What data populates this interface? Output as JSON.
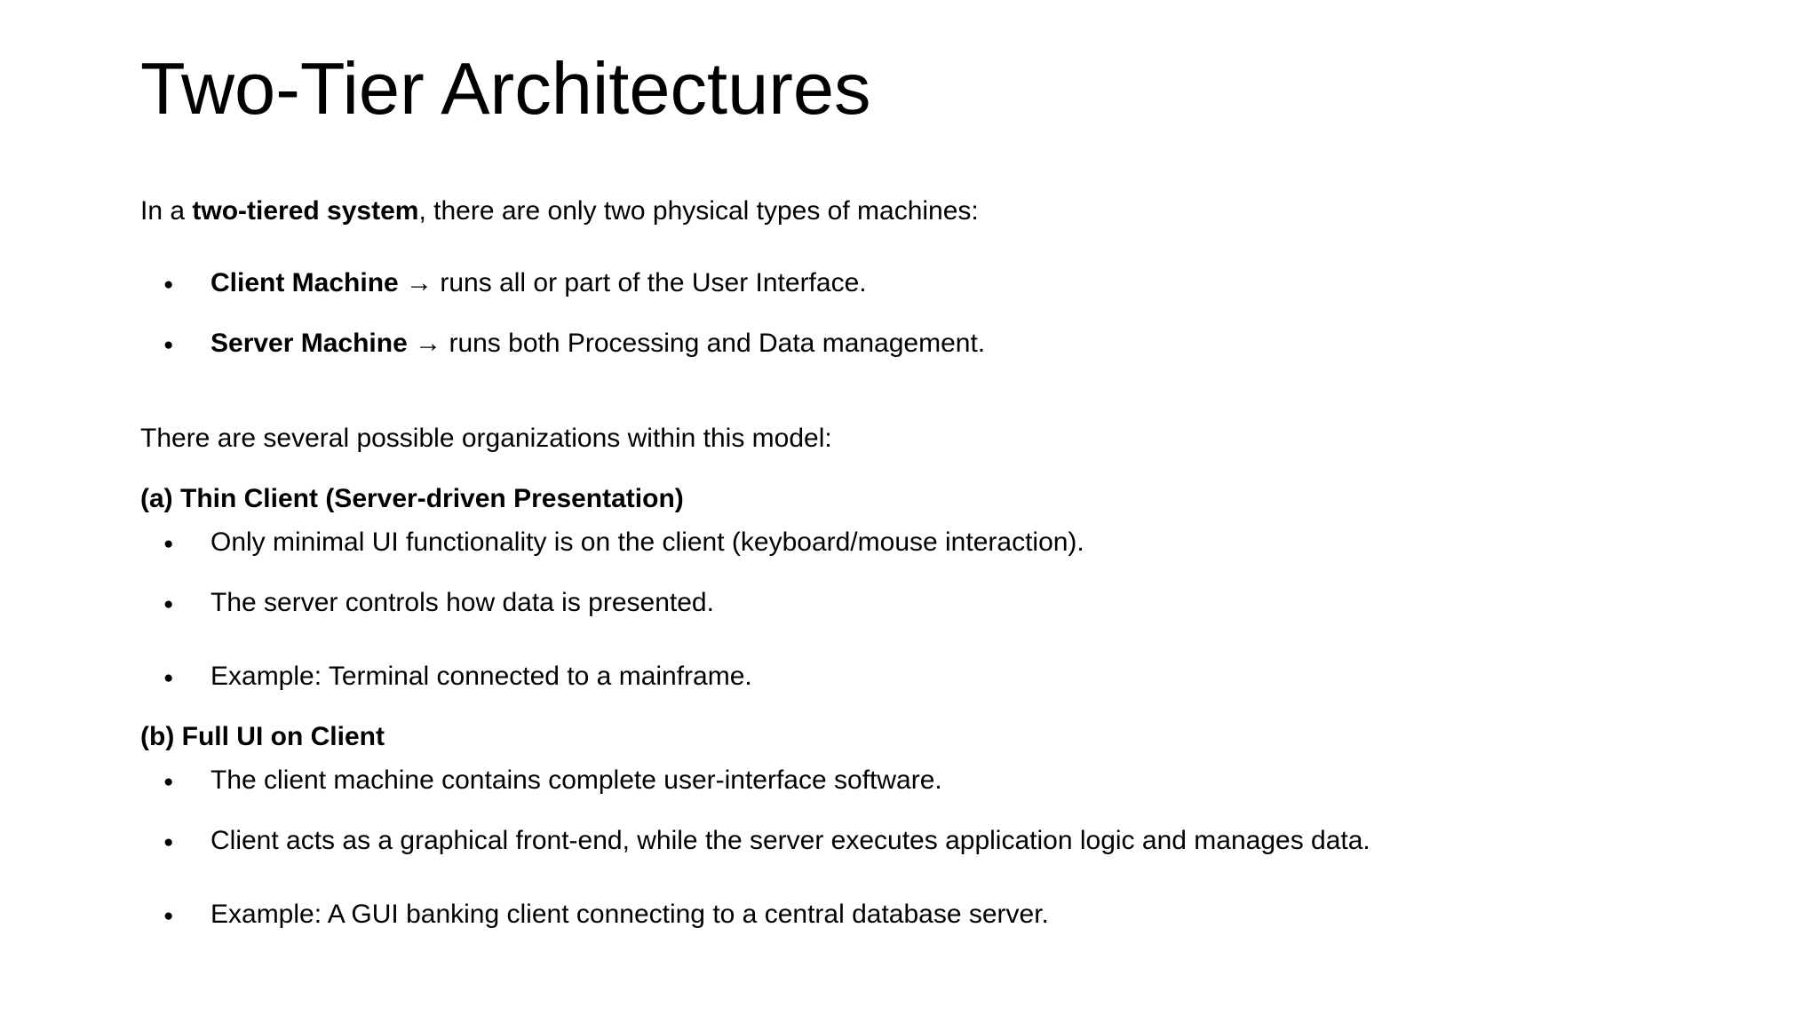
{
  "slide": {
    "title": "Two-Tier Architectures",
    "intro": {
      "pre": "In a ",
      "bold": "two-tiered system",
      "post": ", there are only two physical types of machines:"
    },
    "machine_bullets": [
      {
        "bold": "Client Machine",
        "rest": " → runs all or part of the User Interface."
      },
      {
        "bold": "Server Machine",
        "rest": " → runs both Processing and Data management."
      }
    ],
    "organizations_line": "There are several possible organizations within this model:",
    "sections": [
      {
        "heading": "(a) Thin Client (Server-driven Presentation)",
        "bullets": [
          "Only minimal UI functionality is on the client (keyboard/mouse interaction).",
          "The server controls how data is presented.",
          "Example: Terminal connected to a mainframe."
        ]
      },
      {
        "heading": "(b) Full UI on Client",
        "bullets": [
          "The client machine contains complete user-interface software.",
          "Client acts as a graphical front-end, while the server executes application logic and manages data.",
          "Example: A GUI banking client connecting to a central database server."
        ]
      }
    ]
  },
  "colors": {
    "background": "#ffffff",
    "text": "#000000"
  }
}
